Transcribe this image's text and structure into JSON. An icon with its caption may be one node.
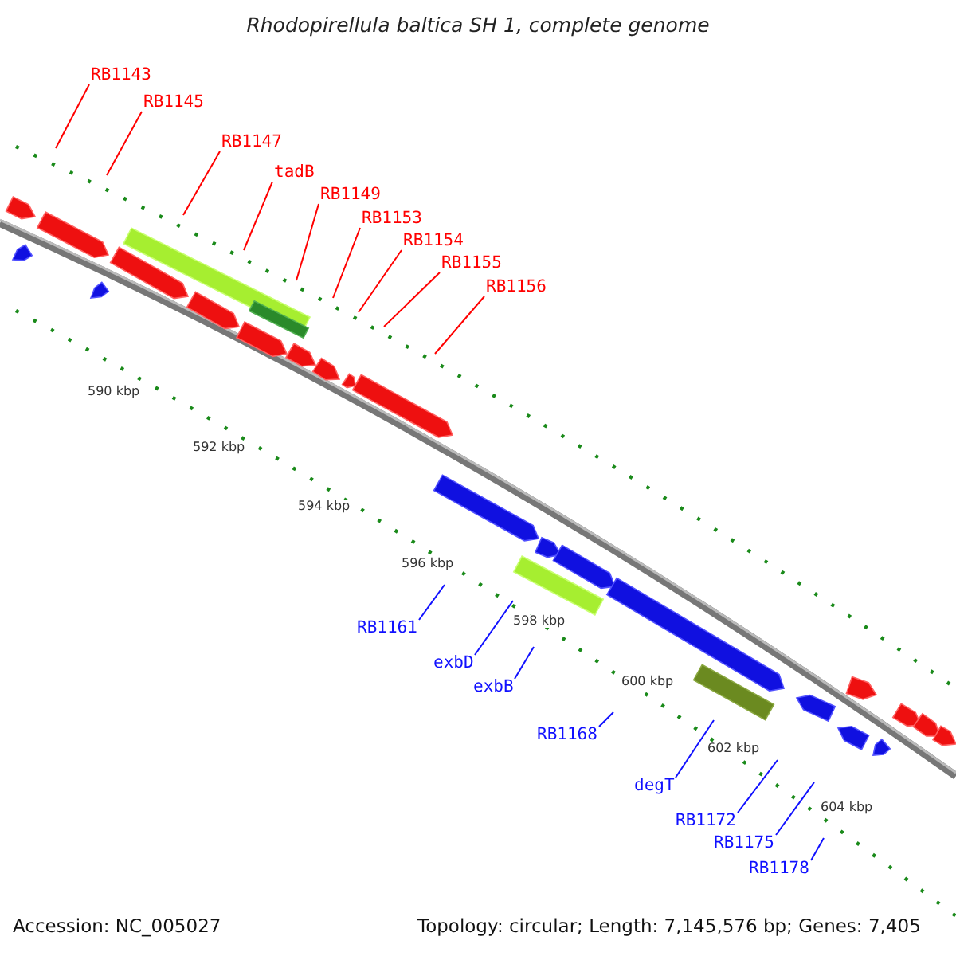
{
  "diagram": {
    "title": "Rhodopirellula baltica SH 1, complete genome",
    "nodes": [
      {
        "text": [
          "RB1143"
        ]
      },
      {
        "text": [
          "RB1145"
        ]
      },
      {
        "text": [
          "RB1147"
        ]
      },
      {
        "text": [
          "tadB"
        ]
      },
      {
        "text": [
          "RB1149"
        ]
      },
      {
        "text": [
          "RB1153"
        ]
      },
      {
        "text": [
          "RB1154"
        ]
      },
      {
        "text": [
          "RB1155"
        ]
      },
      {
        "text": [
          "RB1156"
        ]
      },
      {
        "text": [
          "RB1161"
        ]
      },
      {
        "text": [
          "exbD"
        ]
      },
      {
        "text": [
          "exbB"
        ]
      },
      {
        "text": [
          "RB1168"
        ]
      },
      {
        "text": [
          "degT"
        ]
      },
      {
        "text": [
          "RB1172"
        ]
      },
      {
        "text": [
          "RB1175"
        ]
      },
      {
        "text": [
          "RB1178"
        ]
      }
    ],
    "edges": [
      {
        "from": 0,
        "to": null,
        "arrow": "none",
        "color": "#ff0000"
      },
      {
        "from": 1,
        "to": null,
        "arrow": "none",
        "color": "#ff0000"
      },
      {
        "from": 2,
        "to": null,
        "arrow": "none",
        "color": "#ff0000"
      },
      {
        "from": 3,
        "to": null,
        "arrow": "none",
        "color": "#ff0000"
      },
      {
        "from": 4,
        "to": null,
        "arrow": "none",
        "color": "#ff0000"
      },
      {
        "from": 5,
        "to": null,
        "arrow": "none",
        "color": "#ff0000"
      },
      {
        "from": 6,
        "to": null,
        "arrow": "none",
        "color": "#ff0000"
      },
      {
        "from": 7,
        "to": null,
        "arrow": "none",
        "color": "#ff0000"
      },
      {
        "from": 8,
        "to": null,
        "arrow": "none",
        "color": "#ff0000"
      },
      {
        "from": 9,
        "to": null,
        "arrow": "none",
        "color": "#1010ff"
      },
      {
        "from": 10,
        "to": null,
        "arrow": "none",
        "color": "#1010ff"
      },
      {
        "from": 11,
        "to": null,
        "arrow": "none",
        "color": "#1010ff"
      },
      {
        "from": 12,
        "to": null,
        "arrow": "none",
        "color": "#1010ff"
      },
      {
        "from": 13,
        "to": null,
        "arrow": "none",
        "color": "#1010ff"
      },
      {
        "from": 14,
        "to": null,
        "arrow": "none",
        "color": "#1010ff"
      },
      {
        "from": 15,
        "to": null,
        "arrow": "none",
        "color": "#1010ff"
      },
      {
        "from": 16,
        "to": null,
        "arrow": "none",
        "color": "#1010ff"
      }
    ],
    "labels": [
      "590 kbp",
      "592 kbp",
      "594 kbp",
      "596 kbp",
      "598 kbp",
      "600 kbp",
      "602 kbp",
      "604 kbp",
      "Accession: NC_005027",
      "Topology: circular; Length: 7,145,576 bp; Genes: 7,405"
    ]
  }
}
